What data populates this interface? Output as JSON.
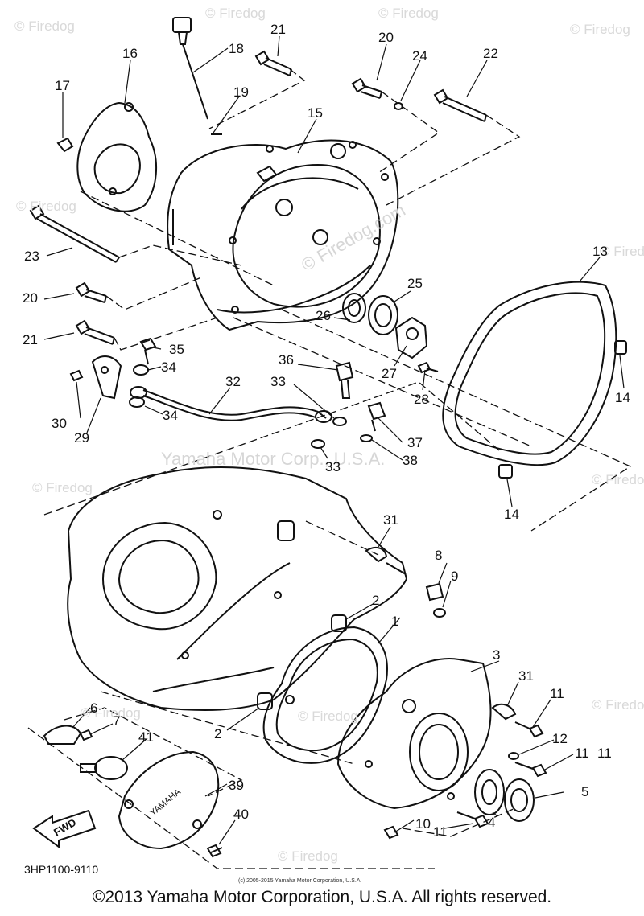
{
  "watermarks": {
    "corner": "© Firedog",
    "center_dotcom": "© Firedog.com",
    "center_company": "Yamaha Motor Corp., U.S.A."
  },
  "callouts": [
    "1",
    "2",
    "2",
    "3",
    "4",
    "5",
    "6",
    "7",
    "8",
    "9",
    "10",
    "11",
    "11",
    "11",
    "11",
    "12",
    "13",
    "14",
    "14",
    "15",
    "16",
    "17",
    "18",
    "19",
    "20",
    "20",
    "21",
    "21",
    "22",
    "23",
    "24",
    "25",
    "26",
    "27",
    "28",
    "29",
    "30",
    "31",
    "31",
    "32",
    "33",
    "33",
    "34",
    "34",
    "35",
    "36",
    "37",
    "38",
    "39",
    "40",
    "41"
  ],
  "direction_marker": "FWD",
  "cover_logo": "YAMAHA",
  "diagram_code": "3HP1100-9110",
  "small_copyright": "(c) 2005-2015 Yamaha Motor Corporation, U.S.A.",
  "footer": "©2013 Yamaha Motor Corporation, U.S.A. All rights reserved."
}
